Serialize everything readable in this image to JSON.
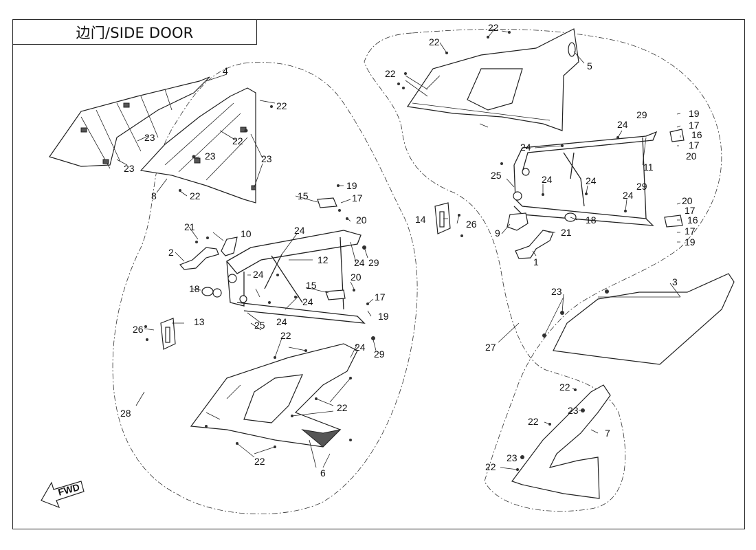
{
  "title": "边门/SIDE DOOR",
  "fwd_label": "FWD",
  "callouts": {
    "p1": "1",
    "p2": "2",
    "p3": "3",
    "p4": "4",
    "p5": "5",
    "p6": "6",
    "p7": "7",
    "p8": "8",
    "p9": "9",
    "p10": "10",
    "p11": "11",
    "p12": "12",
    "p13": "13",
    "p14": "14",
    "p15": "15",
    "p16": "16",
    "p17": "17",
    "p18": "18",
    "p19": "19",
    "p20": "20",
    "p21": "21",
    "p22": "22",
    "p23": "23",
    "p24": "24",
    "p25": "25",
    "p26": "26",
    "p27": "27",
    "p28": "28",
    "p29": "29"
  }
}
